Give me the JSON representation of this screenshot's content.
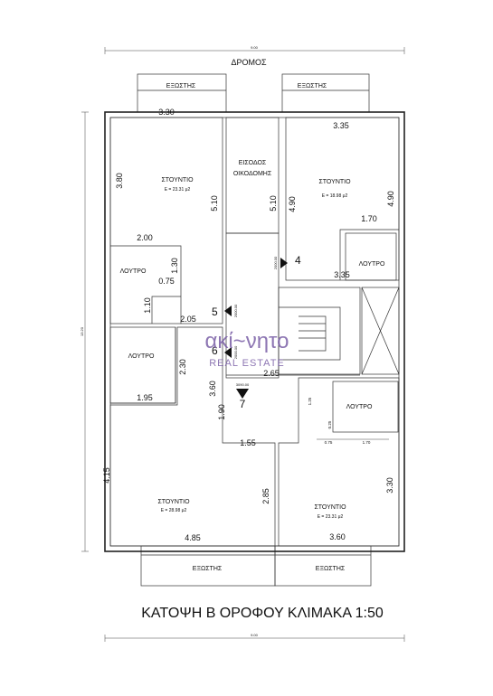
{
  "top_dimension": "9.00",
  "street_label": "ΔΡΟΜΟΣ",
  "bottom_dimension": "9.00",
  "left_dimension": "13.20",
  "title": "ΚΑΤΟΨΗ Β ΟΡΟΦΟΥ ΚΛΙΜΑΚΑ 1:50",
  "logo": {
    "main": "ακί~νητο",
    "sub": "REAL ESTATE"
  },
  "balconies": [
    "ΕΞΩΣΤΗΣ",
    "ΕΞΩΣΤΗΣ",
    "ΕΞΩΣΤΗΣ",
    "ΕΞΩΣΤΗΣ"
  ],
  "entrance": {
    "line1": "ΕΙΣΟΔΟΣ",
    "line2": "ΟΙΚΟΔΟΜΗΣ"
  },
  "studios": [
    {
      "name": "ΣΤΟΥΝΤΙΟ",
      "area": "E = 23.31 μ2"
    },
    {
      "name": "ΣΤΟΥΝΤΙΟ",
      "area": "E = 18.98 μ2"
    },
    {
      "name": "ΣΤΟΥΝΤΙΟ",
      "area": "E = 28.98 μ2"
    },
    {
      "name": "ΣΤΟΥΝΤΙΟ",
      "area": "E = 23.31 μ2"
    }
  ],
  "bathrooms": [
    "ΛΟΥΤΡΟ",
    "ΛΟΥΤΡΟ",
    "ΛΟΥΤΡΟ",
    "ΛΟΥΤΡΟ"
  ],
  "unit_numbers": [
    "4",
    "5",
    "6",
    "7"
  ],
  "stair_tags": [
    "2000.00",
    "2000.00",
    "2000.00",
    "3090.00"
  ],
  "measurements": {
    "tl_top": "3.30",
    "tl_left": "3.80",
    "tl_right": "5.10",
    "tl_inner": "2.00",
    "tl_bath_v": "1.30",
    "tl_bath_h": "0.75",
    "tl_bath_v2": "1.10",
    "tl_bottom": "2.05",
    "entr_right": "5.10",
    "tr_top": "3.35",
    "tr_left": "4.90",
    "tr_right": "4.90",
    "tr_inner": "1.70",
    "tr_bottom": "3.35",
    "ml_right": "2.30",
    "ml_bottom": "1.95",
    "mid": "2.65",
    "bl_v1": "3.60",
    "bl_v2": "1.90",
    "bl_inner": "1.55",
    "bl_left": "4.15",
    "bl_right": "2.85",
    "bl_bottom": "4.85",
    "br_bath_v": "1.25",
    "br_small": "0.25",
    "br_w1": "0.75",
    "br_w2": "1.70",
    "br_right": "3.30",
    "br_bottom": "3.60"
  }
}
